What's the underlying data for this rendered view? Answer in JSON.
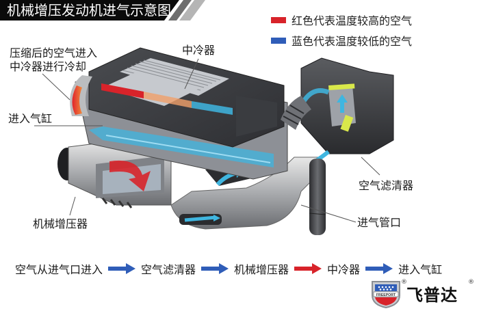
{
  "title": "机械增压发动机进气示意图",
  "legend": [
    {
      "color": "#d8232a",
      "label": "红色代表温度较高的空气"
    },
    {
      "color": "#2f5db8",
      "label": "蓝色代表温度较低的空气"
    }
  ],
  "callouts": {
    "compressed_air_line1": "压缩后的空气进入",
    "compressed_air_line2": "中冷器进行冷却",
    "intercooler": "中冷器",
    "into_cylinder": "进入气缸",
    "supercharger": "机械增压器",
    "air_filter": "空气滤清器",
    "intake_pipe": "进气管口"
  },
  "flow": {
    "steps": [
      "空气从进气口进入",
      "空气滤清器",
      "机械增压器",
      "中冷器",
      "进入气缸"
    ],
    "arrow_colors": [
      "#2f5db8",
      "#2f5db8",
      "#d8232a",
      "#2f5db8"
    ]
  },
  "brand": {
    "name": "飞普达",
    "badge_text": "FREEPORT",
    "registered_mark": "®"
  },
  "colors": {
    "hot_air": "#d8232a",
    "cool_air": "#2f5db8",
    "airflow_cyan": "#3fb6e0",
    "filter_yellow": "#d9e84a",
    "title_bg": "#0a0a0a"
  }
}
